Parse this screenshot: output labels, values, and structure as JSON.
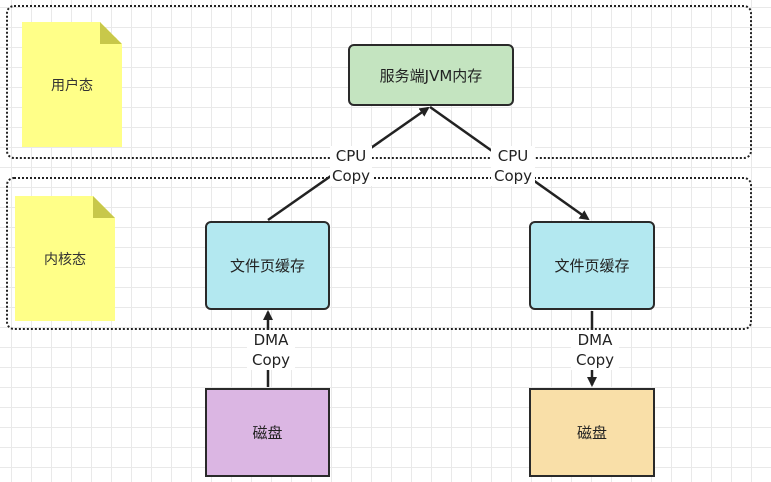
{
  "regions": {
    "user_space": {
      "label": "用户态"
    },
    "kernel_space": {
      "label": "内核态"
    }
  },
  "nodes": {
    "jvm_memory": "服务端JVM内存",
    "page_cache_left": "文件页缓存",
    "page_cache_right": "文件页缓存",
    "disk_left": "磁盘",
    "disk_right": "磁盘"
  },
  "edges": {
    "cpu_copy_left": {
      "line1": "CPU",
      "line2": "Copy"
    },
    "cpu_copy_right": {
      "line1": "CPU",
      "line2": "Copy"
    },
    "dma_copy_left": {
      "line1": "DMA",
      "line2": "Copy"
    },
    "dma_copy_right": {
      "line1": "DMA",
      "line2": "Copy"
    }
  },
  "colors": {
    "note_yellow": "#ffff88",
    "jvm_green": "#c4e4c0",
    "cache_cyan": "#b3e8f0",
    "disk_purple": "#dbb6e3",
    "disk_orange": "#f9dfa8"
  }
}
